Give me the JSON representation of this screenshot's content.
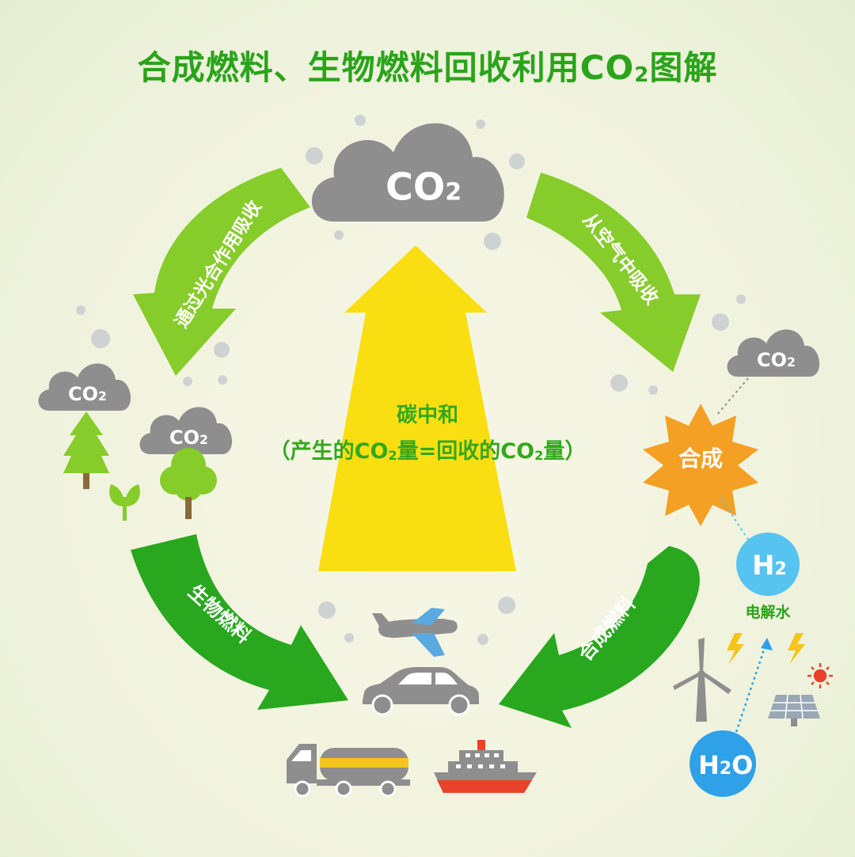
{
  "title": {
    "main": "合成燃料、生物燃料回收利用CO",
    "sub": "2",
    "tail": "图解"
  },
  "center": {
    "line1": "碳中和",
    "line2_a": "（产生的CO",
    "line2_b": "2",
    "line2_c": "量=回收的CO",
    "line2_d": "2",
    "line2_e": "量）"
  },
  "clouds": {
    "top": {
      "main": "CO",
      "sub": "2"
    },
    "right": {
      "main": "CO",
      "sub": "2"
    },
    "left1": {
      "main": "CO",
      "sub": "2"
    },
    "left2": {
      "main": "CO",
      "sub": "2"
    }
  },
  "arrows": {
    "top_left": "通过光合作用吸收",
    "top_right": "从空气中吸收",
    "bottom_left": "生物燃料",
    "bottom_right": "合成燃料"
  },
  "synthesis": "合成",
  "h2": {
    "main": "H",
    "sub": "2"
  },
  "h2o": {
    "a": "H",
    "sub": "2",
    "b": "O"
  },
  "electrolysis": "电解水",
  "colors": {
    "title_green": "#2aa41a",
    "arrow_light_green": "#86cc2a",
    "arrow_dark_green": "#28a71f",
    "center_arrow_yellow": "#f9df12",
    "cloud_gray": "#8e8e8e",
    "star_orange": "#f4a024",
    "bubble_blue": "#2ea1e8",
    "h2_blue": "#56c3f0"
  },
  "icons": [
    "airplane-icon",
    "car-icon",
    "tanker-truck-icon",
    "ship-icon",
    "wind-turbine-icon",
    "solar-panel-icon",
    "sun-icon",
    "lightning-icon",
    "tree-icon",
    "sprout-icon"
  ]
}
